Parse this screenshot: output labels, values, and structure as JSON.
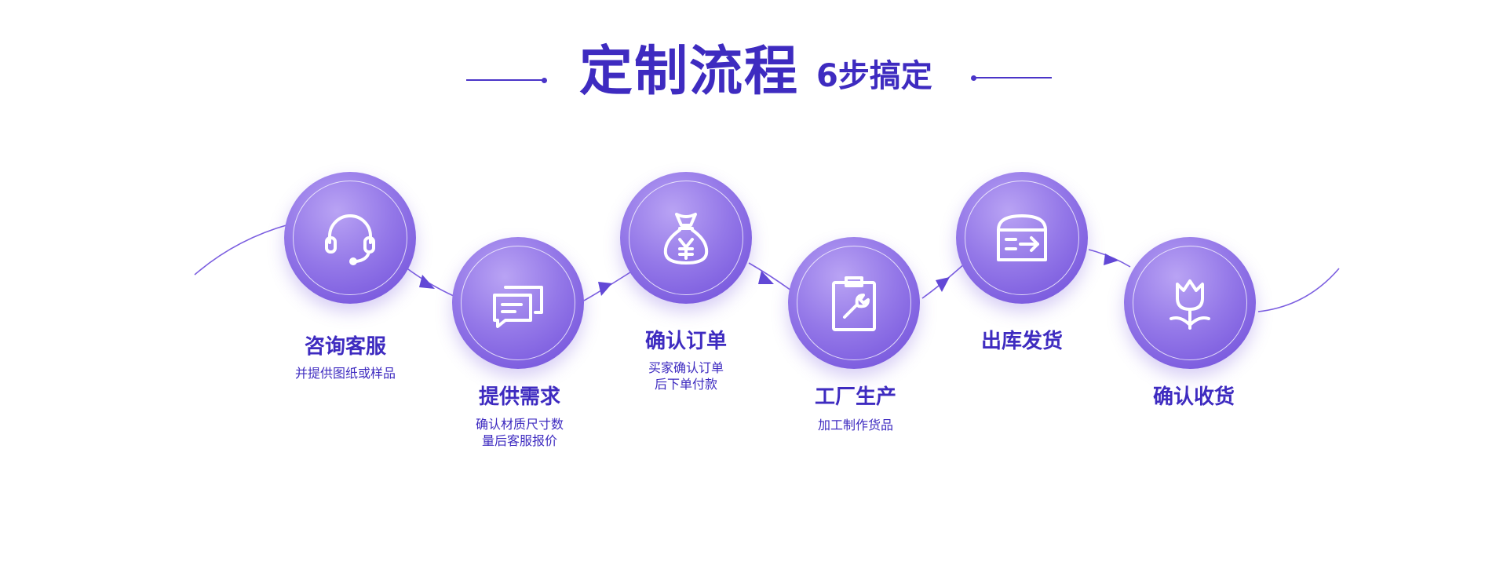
{
  "header": {
    "title": "定制流程",
    "subtitle": "6步搞定"
  },
  "colors": {
    "primary": "#3e2bc0",
    "circle_light": "#b9a3f4",
    "circle_dark": "#6d4bd9",
    "connector": "#7b5ee0"
  },
  "steps": [
    {
      "title": "咨询客服",
      "desc": [
        "并提供图纸或样品"
      ],
      "icon": "headset-icon"
    },
    {
      "title": "提供需求",
      "desc": [
        "确认材质尺寸数",
        "量后客服报价"
      ],
      "icon": "chat-bubbles-icon"
    },
    {
      "title": "确认订单",
      "desc": [
        "买家确认订单",
        "后下单付款"
      ],
      "icon": "money-bag-icon"
    },
    {
      "title": "工厂生产",
      "desc": [
        "加工制作货品"
      ],
      "icon": "clipboard-wrench-icon"
    },
    {
      "title": "出库发货",
      "desc": [],
      "icon": "warehouse-exit-icon"
    },
    {
      "title": "确认收货",
      "desc": [],
      "icon": "tulip-icon"
    }
  ]
}
